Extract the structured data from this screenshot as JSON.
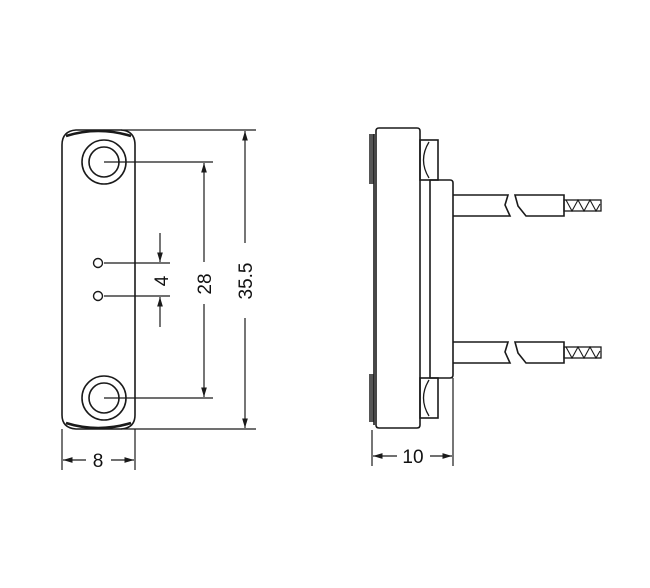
{
  "drawing": {
    "type": "technical-dimension-drawing",
    "units": "mm",
    "views": [
      {
        "name": "front-view",
        "dimensions": {
          "hole_spacing": "28",
          "overall_length": "35.5",
          "contact_spacing": "4",
          "width": "8"
        }
      },
      {
        "name": "side-view",
        "dimensions": {
          "thickness": "10"
        }
      }
    ]
  },
  "labels": {
    "dim_28": "28",
    "dim_35_5": "35.5",
    "dim_4": "4",
    "dim_8": "8",
    "dim_10": "10"
  },
  "colors": {
    "line": "#1a1a1a",
    "background": "#ffffff",
    "shade": "#555555"
  }
}
